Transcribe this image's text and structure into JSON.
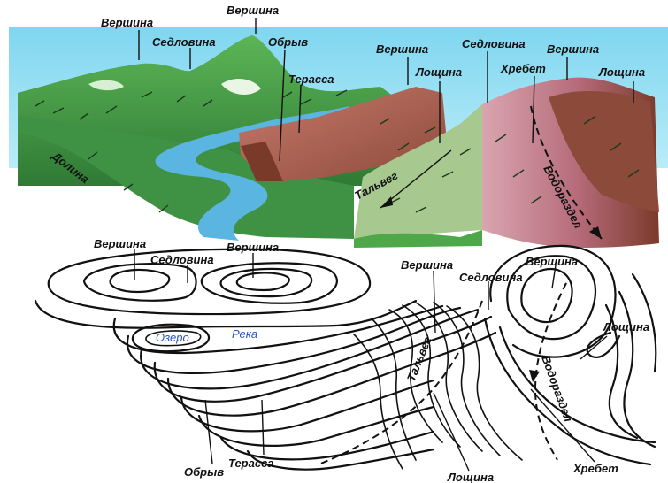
{
  "landscape": {
    "labels": {
      "summit_1": "Вершина",
      "saddle_1": "Седловина",
      "summit_2": "Вершина",
      "cliff": "Обрыв",
      "terrace": "Терасса",
      "summit_3": "Вершина",
      "saddle_2": "Седловина",
      "summit_4": "Вершина",
      "gully_1": "Лощина",
      "ridge": "Хребет",
      "gully_2": "Лощина",
      "valley": "Долина",
      "thalweg": "Тальвег",
      "watershed": "Водораздел"
    }
  },
  "contour_map": {
    "labels": {
      "summit_1": "Вершина",
      "saddle_1": "Седловина",
      "summit_2": "Вершина",
      "summit_3": "Вершина",
      "saddle_2": "Седловина",
      "summit_4": "Вершина",
      "lake": "Озеро",
      "river": "Река",
      "gully_1": "Лощина",
      "thalweg": "Тальвег",
      "watershed": "Водораздел",
      "cliff": "Обрыв",
      "terrace": "Терасса",
      "gully_2": "Лощина",
      "ridge": "Хребет"
    }
  },
  "colors": {
    "sky": "#5cc8e8",
    "grass": "#4ea84a",
    "grass_dark": "#2f7a35",
    "cliff_brown": "#b2645a",
    "ridge_pink": "#c98a9a",
    "ridge_dark": "#7a3a2a",
    "water": "#5ab6e0",
    "ink": "#111111",
    "blue_text": "#2a56b8"
  }
}
